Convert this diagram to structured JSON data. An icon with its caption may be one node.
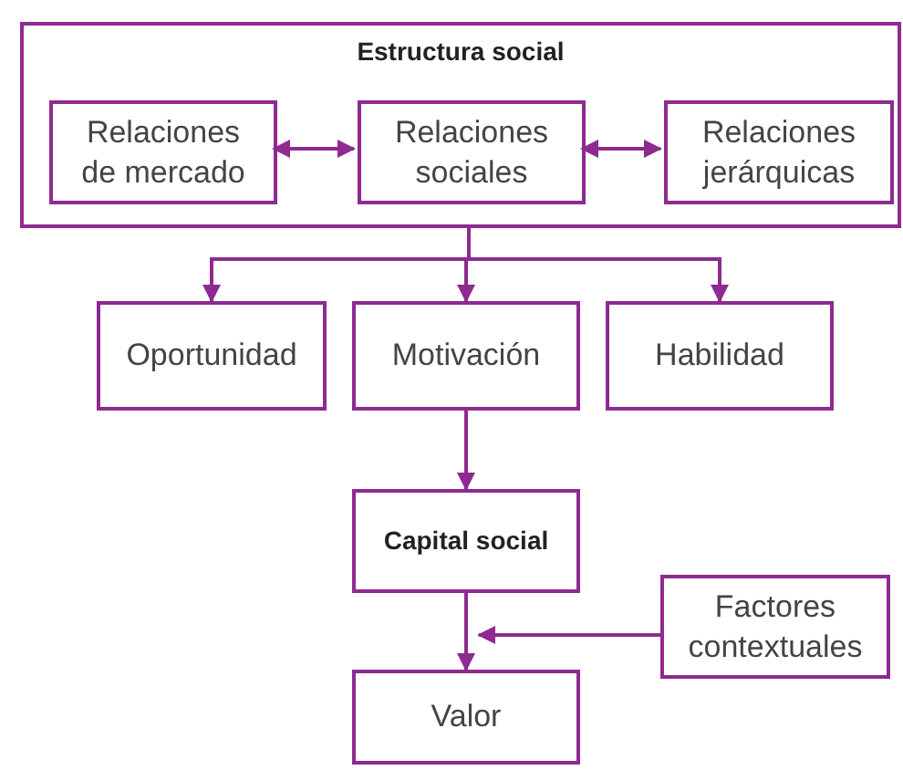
{
  "diagram": {
    "nodes": [
      {
        "text": [
          "Estructura social"
        ]
      },
      {
        "text": [
          "Relaciones de mercado"
        ],
        "in": 0
      },
      {
        "text": [
          "Relaciones sociales"
        ],
        "in": 0
      },
      {
        "text": [
          "Relaciones jerárquicas"
        ],
        "in": 0
      },
      {
        "text": [
          "Oportunidad"
        ]
      },
      {
        "text": [
          "Motivación"
        ]
      },
      {
        "text": [
          "Habilidad"
        ]
      },
      {
        "text": [
          "Capital social"
        ]
      },
      {
        "text": [
          "Factores contextuales"
        ]
      },
      {
        "text": [
          "Valor"
        ]
      }
    ],
    "edges": [
      {
        "from": 1,
        "to": 2,
        "arrow": "both"
      },
      {
        "from": 2,
        "to": 3,
        "arrow": "both"
      },
      {
        "from": 0,
        "to": 4,
        "arrow": "to"
      },
      {
        "from": 0,
        "to": 5,
        "arrow": "to"
      },
      {
        "from": 0,
        "to": 6,
        "arrow": "to"
      },
      {
        "from": 5,
        "to": 7,
        "arrow": "to"
      },
      {
        "from": 7,
        "to": 9,
        "arrow": "to"
      },
      {
        "from": 8,
        "to": 9,
        "arrow": "to"
      }
    ]
  }
}
